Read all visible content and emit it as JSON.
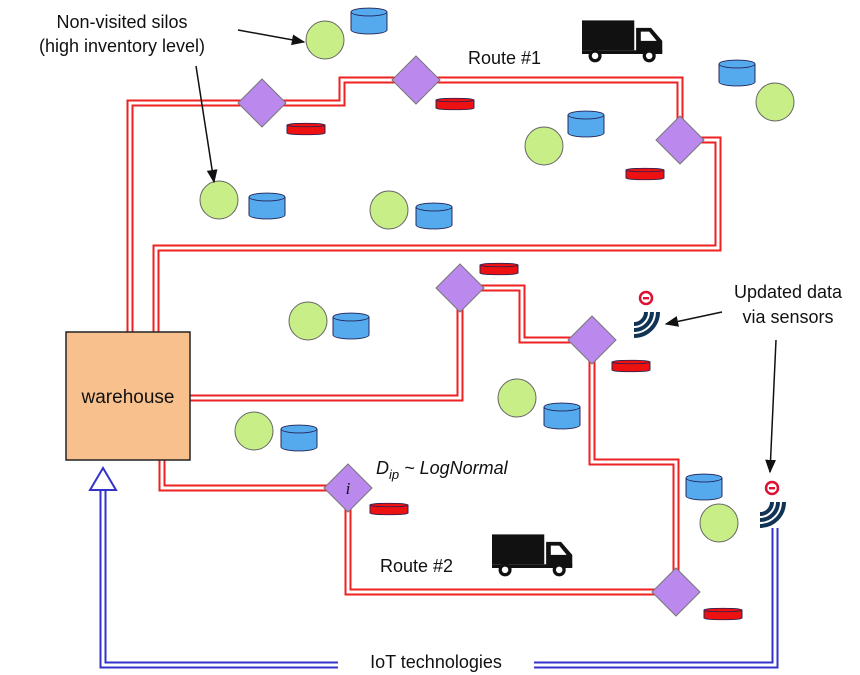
{
  "warehouse": {
    "label": "warehouse"
  },
  "routes": [
    {
      "label": "Route #1"
    },
    {
      "label": "Route #2"
    }
  ],
  "annotations": {
    "non_visited": {
      "line1": "Non-visited silos",
      "line2": "(high inventory level)"
    },
    "sensors": {
      "line1": "Updated data",
      "line2": "via sensors"
    },
    "iot": "IoT technologies"
  },
  "formula": {
    "d": "D",
    "sub": "ip",
    "rest": " ~ LogNormal"
  },
  "node_label": "i",
  "icons": {
    "truck": "truck-icon",
    "sensor": "wireless-sensor-icon",
    "silo": "silo-icon",
    "non_visited_silo": "non-visited-silo-icon",
    "customer_node": "customer-node-diamond"
  },
  "colors": {
    "route": "#ee2222",
    "iot_arrow": "#3333cc",
    "warehouse_fill": "#f8c08c",
    "diamond_fill": "#bb88ee",
    "green_silo": "#c8ee88",
    "blue_silo": "#55aaee",
    "red_silo": "#ee1111",
    "sensor": "#113355"
  }
}
